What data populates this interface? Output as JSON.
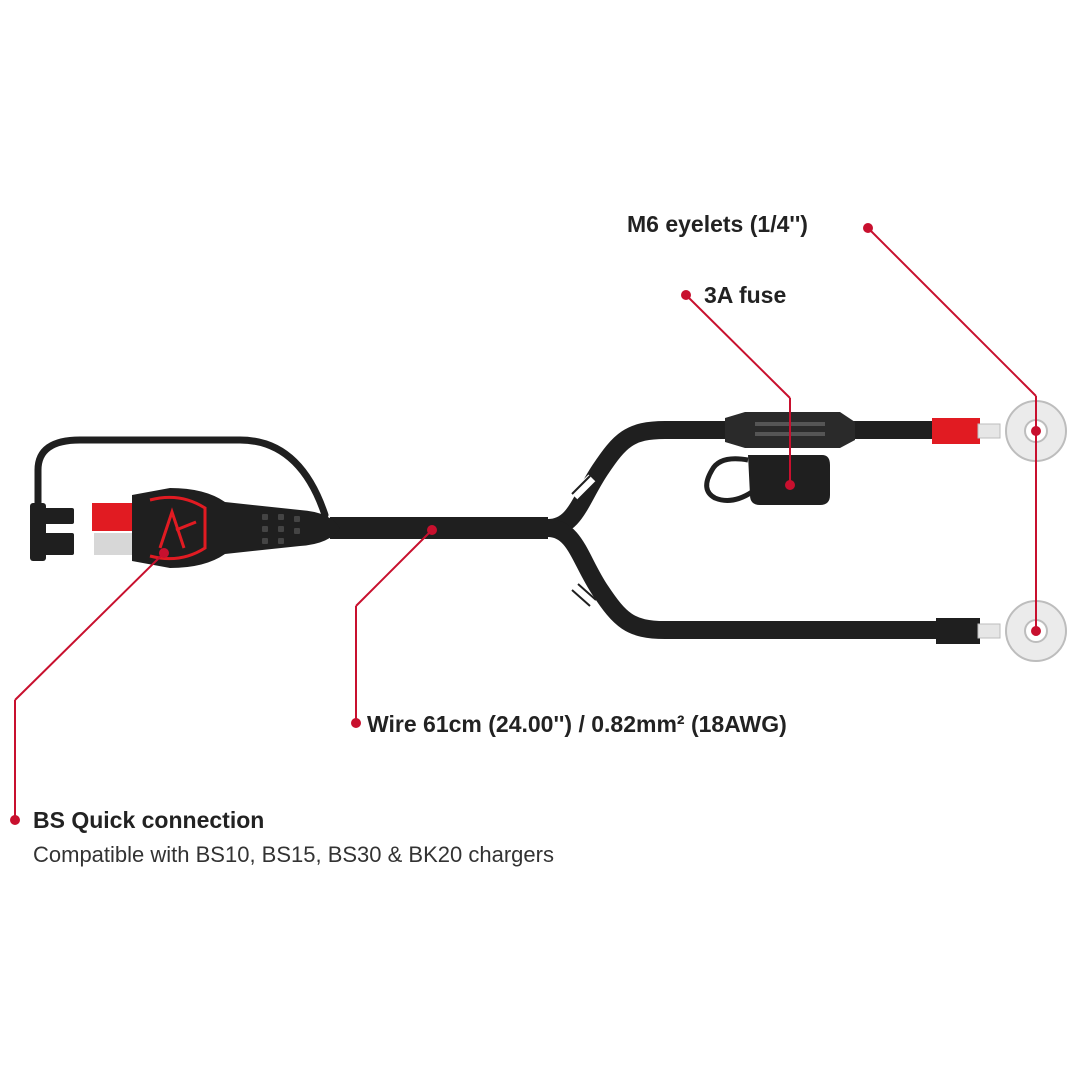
{
  "labels": {
    "eyelets": "M6 eyelets (1/4'')",
    "fuse": "3A fuse",
    "wire": "Wire 61cm (24.00'') / 0.82mm² (18AWG)",
    "bs_title": "BS Quick connection",
    "bs_subtitle": "Compatible with BS10, BS15, BS30 & BK20 chargers"
  },
  "colors": {
    "cable": "#1f1f1f",
    "accent_red": "#e11b22",
    "callout_line": "#c8102e",
    "grey_pin": "#d7d7d7",
    "text": "#222222"
  }
}
